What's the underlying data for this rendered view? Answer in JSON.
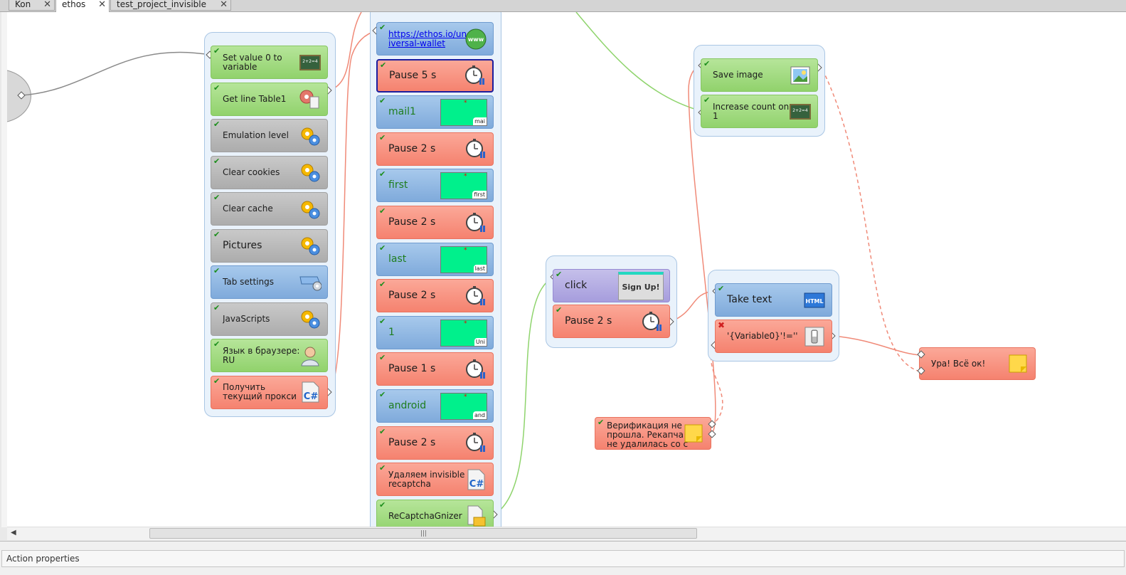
{
  "tabs": [
    {
      "label": "Kon",
      "close": "✕"
    },
    {
      "label": "ethos",
      "close": "✕"
    },
    {
      "label": "test_project_invisible",
      "close": "✕"
    }
  ],
  "groups": {
    "group1": [
      {
        "label": "Set value 0 to\nvariable",
        "icon": "chalkboard-icon"
      },
      {
        "label": "Get line Table1",
        "icon": "gear-document-icon"
      },
      {
        "label": "Emulation level",
        "icon": "gears-icon"
      },
      {
        "label": "Clear cookies",
        "icon": "gears-icon"
      },
      {
        "label": "Clear cache",
        "icon": "gears-icon"
      },
      {
        "label": "Pictures",
        "icon": "gears-icon"
      },
      {
        "label": "Tab settings",
        "icon": "tab-settings-icon"
      },
      {
        "label": "JavaScripts",
        "icon": "gears-icon"
      },
      {
        "label": "Язык в браузере:\nRU",
        "icon": "user-icon"
      },
      {
        "label": "Получить\nтекущий прокси",
        "icon": "csharp-icon"
      }
    ],
    "group2": [
      {
        "label": "https://ethos.io/un\niversal-wallet",
        "icon": "www-globe-icon"
      },
      {
        "label": "Pause 5 s",
        "icon": "stopwatch-icon"
      },
      {
        "label": "mail1",
        "screen_tag": "mai"
      },
      {
        "label": "Pause 2 s",
        "icon": "stopwatch-icon"
      },
      {
        "label": "first",
        "screen_tag": "first"
      },
      {
        "label": "Pause 2 s",
        "icon": "stopwatch-icon"
      },
      {
        "label": "last",
        "screen_tag": "last"
      },
      {
        "label": "Pause 2 s",
        "icon": "stopwatch-icon"
      },
      {
        "label": "1",
        "screen_tag": "Uni"
      },
      {
        "label": "Pause 1 s",
        "icon": "stopwatch-icon"
      },
      {
        "label": "android",
        "screen_tag": "and"
      },
      {
        "label": "Pause 2 s",
        "icon": "stopwatch-icon"
      },
      {
        "label": "Удаляем invisible\nrecaptcha",
        "icon": "csharp-icon"
      },
      {
        "label": "ReCaptchaGnizer",
        "icon": "folder-doc-icon"
      }
    ],
    "group3": [
      {
        "label": "click",
        "thumb": "Sign Up!"
      },
      {
        "label": "Pause 2 s",
        "icon": "stopwatch-icon"
      }
    ],
    "group4": [
      {
        "label": "Save image",
        "icon": "picture-icon"
      },
      {
        "label": "Increase count on\n1",
        "icon": "chalkboard-icon"
      }
    ],
    "group5": [
      {
        "label": "Take text",
        "icon": "html-icon"
      },
      {
        "label": "'{Variable0}'!=''",
        "icon": "switch-icon"
      }
    ]
  },
  "standalone": {
    "ok_note": {
      "label": "Ура! Всё ок!",
      "icon": "sticky-note-icon"
    },
    "fail_note": {
      "label": "Верификация не\nпрошла. Рекапча\nне удалилась со с",
      "icon": "sticky-note-icon"
    }
  },
  "icon_text": {
    "www": "www",
    "html": "HTML",
    "csharp": "C#",
    "chalk": "2+2=4"
  },
  "scrollbar": {
    "grip": "|||",
    "left_arrow": "◀"
  },
  "bottom_panel": {
    "title": "Action properties"
  }
}
